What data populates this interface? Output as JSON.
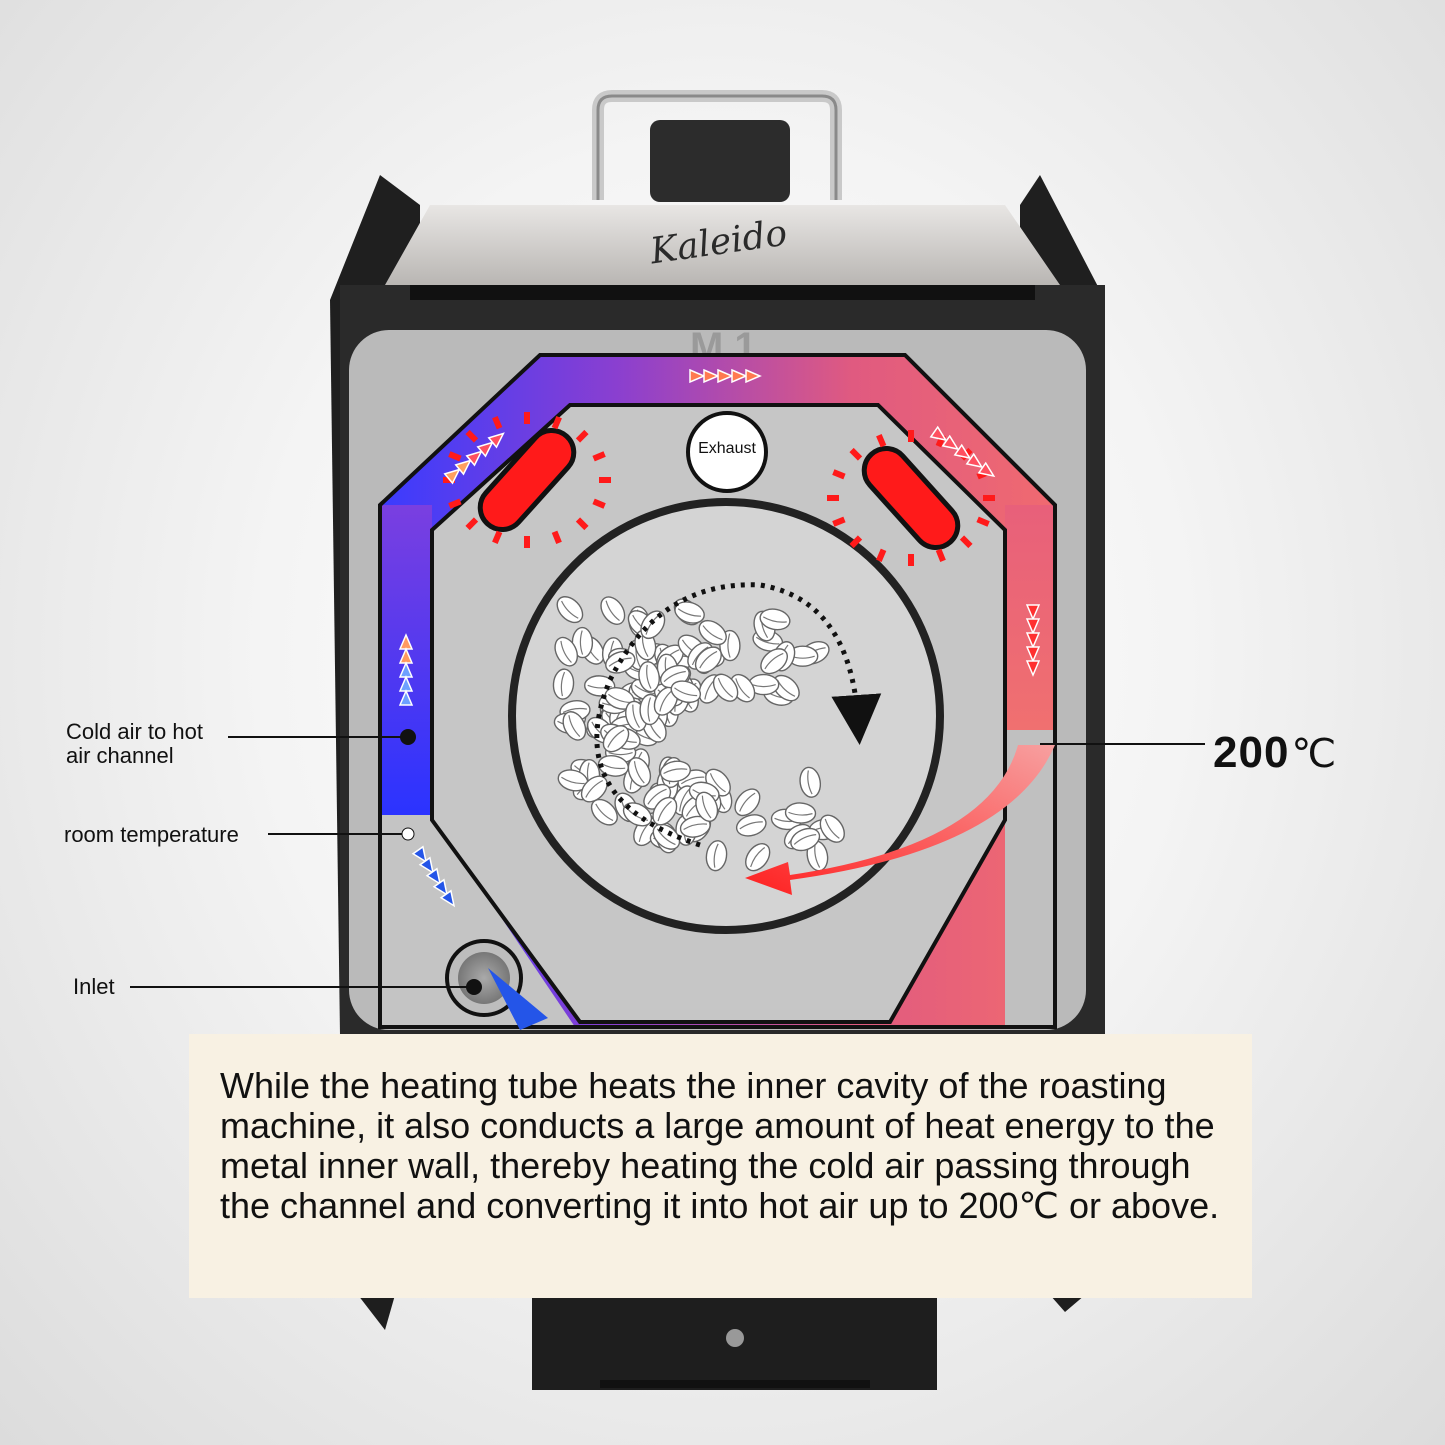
{
  "brand": "Kaleido",
  "diagram": {
    "exhaust_label": "Exhaust",
    "callouts": {
      "cold_to_hot_line1": "Cold air to hot",
      "cold_to_hot_line2": "air channel",
      "room_temperature": "room temperature",
      "inlet": "Inlet"
    },
    "temperature": {
      "value": "200",
      "unit": "℃"
    }
  },
  "info_box": {
    "text": "While the heating tube heats the inner cavity of the roasting machine, it also conducts a large amount of heat energy to the metal inner wall, thereby heating the cold air passing through the channel and converting it into hot air up to 200℃ or above."
  },
  "colors": {
    "channel_cold": "#3a3cff",
    "channel_mid": "#8a3fd0",
    "channel_hot": "#f06a78",
    "heater": "#ff1a1a",
    "info_bg": "#f8f1e3"
  }
}
